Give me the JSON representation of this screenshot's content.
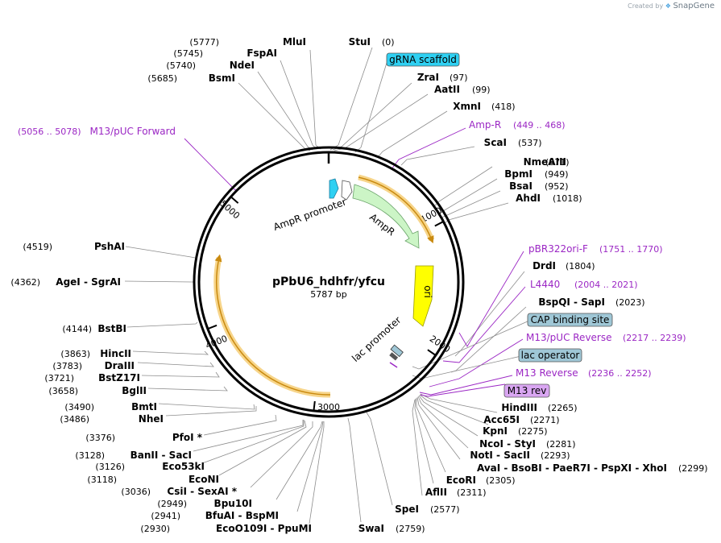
{
  "credit": {
    "prefix": "Created by",
    "brand": "SnapGene",
    "icon": "snapgene-logo-icon"
  },
  "plasmid": {
    "name": "pPbU6_hdhfr/yfcu",
    "length_label": "5787 bp",
    "length": 5787
  },
  "ticks": [
    {
      "pos": 1000,
      "label": "1000"
    },
    {
      "pos": 2000,
      "label": "2000"
    },
    {
      "pos": 3000,
      "label": "3000"
    },
    {
      "pos": 4000,
      "label": "4000"
    },
    {
      "pos": 5000,
      "label": "5000"
    }
  ],
  "colors": {
    "backbone": "#000000",
    "primer": "#9b27c4",
    "enzyme_leader": "#8c8c8c",
    "ampr": "#ccf5c6",
    "ori": "#ffff00",
    "promoter": "#ffffff",
    "grna": "#2fd0f2",
    "lac_operator": "#9fc7d6",
    "orange_feature": "#f0c05a"
  },
  "features": [
    {
      "name": "AmpR promoter",
      "label": "AmpR promoter"
    },
    {
      "name": "AmpR",
      "label": "AmpR"
    },
    {
      "name": "ori",
      "label": "ori"
    },
    {
      "name": "lac promoter",
      "label": "lac promoter"
    }
  ],
  "boxed_labels": [
    {
      "name": "gRNA scaffold",
      "label": "gRNA scaffold",
      "bg": "#2fd0f2"
    },
    {
      "name": "CAP binding site",
      "label": "CAP binding site",
      "bg": "#9fc7d6"
    },
    {
      "name": "lac operator",
      "label": "lac operator",
      "bg": "#9fc7d6"
    },
    {
      "name": "M13 rev",
      "label": "M13 rev",
      "bg": "#d9a6f2"
    }
  ],
  "primers": [
    {
      "name": "M13/pUC Forward",
      "range": "(5056 .. 5078)"
    },
    {
      "name": "Amp-R",
      "range": "(449 .. 468)"
    },
    {
      "name": "pBR322ori-F",
      "range": "(1751 .. 1770)"
    },
    {
      "name": "L4440",
      "range": "(2004 .. 2021)"
    },
    {
      "name": "M13/pUC Reverse",
      "range": "(2217 .. 2239)"
    },
    {
      "name": "M13 Reverse",
      "range": "(2236 .. 2252)"
    }
  ],
  "enzymes": [
    {
      "name": "MluI",
      "pos": "(5777)"
    },
    {
      "name": "FspAI",
      "pos": "(5745)"
    },
    {
      "name": "NdeI",
      "pos": "(5740)"
    },
    {
      "name": "BsmI",
      "pos": "(5685)"
    },
    {
      "name": "StuI",
      "pos": "(0)"
    },
    {
      "name": "ZraI",
      "pos": "(97)"
    },
    {
      "name": "AatII",
      "pos": "(99)"
    },
    {
      "name": "XmnI",
      "pos": "(418)"
    },
    {
      "name": "ScaI",
      "pos": "(537)"
    },
    {
      "name": "NmeAIII",
      "pos": "(871)"
    },
    {
      "name": "BpmI",
      "pos": "(949)"
    },
    {
      "name": "BsaI",
      "pos": "(952)"
    },
    {
      "name": "AhdI",
      "pos": "(1018)"
    },
    {
      "name": "DrdI",
      "pos": "(1804)"
    },
    {
      "name": "BspQI - SapI",
      "pos": "(2023)"
    },
    {
      "name": "HindIII",
      "pos": "(2265)"
    },
    {
      "name": "Acc65I",
      "pos": "(2271)"
    },
    {
      "name": "KpnI",
      "pos": "(2275)"
    },
    {
      "name": "NcoI - StyI",
      "pos": "(2281)"
    },
    {
      "name": "NotI - SacII",
      "pos": "(2293)"
    },
    {
      "name": "AvaI - BsoBI - PaeR7I - PspXI - XhoI",
      "pos": "(2299)"
    },
    {
      "name": "EcoRI",
      "pos": "(2305)"
    },
    {
      "name": "AflII",
      "pos": "(2311)"
    },
    {
      "name": "SpeI",
      "pos": "(2577)"
    },
    {
      "name": "SwaI",
      "pos": "(2759)"
    },
    {
      "name": "EcoO109I - PpuMI",
      "pos": "(2930)"
    },
    {
      "name": "BfuAI - BspMI",
      "pos": "(2941)"
    },
    {
      "name": "Bpu10I",
      "pos": "(2949)"
    },
    {
      "name": "CsiI - SexAI *",
      "pos": "(3036)"
    },
    {
      "name": "EcoNI",
      "pos": "(3118)"
    },
    {
      "name": "Eco53kI",
      "pos": "(3126)"
    },
    {
      "name": "BanII - SacI",
      "pos": "(3128)"
    },
    {
      "name": "PfoI *",
      "pos": "(3376)"
    },
    {
      "name": "NheI",
      "pos": "(3486)"
    },
    {
      "name": "BmtI",
      "pos": "(3490)"
    },
    {
      "name": "BglII",
      "pos": "(3658)"
    },
    {
      "name": "BstZ17I",
      "pos": "(3721)"
    },
    {
      "name": "DraIII",
      "pos": "(3783)"
    },
    {
      "name": "HincII",
      "pos": "(3863)"
    },
    {
      "name": "BstBI",
      "pos": "(4144)"
    },
    {
      "name": "AgeI - SgrAI",
      "pos": "(4362)"
    },
    {
      "name": "PshAI",
      "pos": "(4519)"
    }
  ]
}
